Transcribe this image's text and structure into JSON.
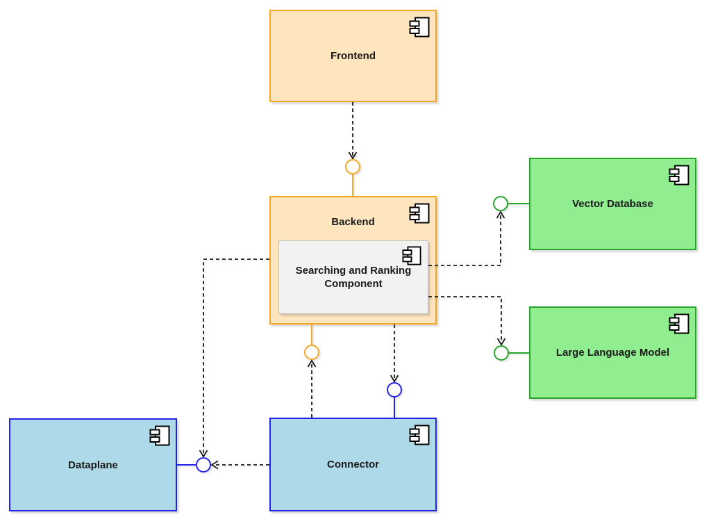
{
  "diagram": {
    "type": "uml-component-diagram",
    "nodes": {
      "frontend": {
        "label": "Frontend",
        "fill": "#ffe5bd",
        "stroke": "#f5a623"
      },
      "backend": {
        "label": "Backend",
        "fill": "#ffe5bd",
        "stroke": "#f5a623"
      },
      "searching_ranking": {
        "label": "Searching and Ranking Component",
        "fill": "#f2f2f2",
        "stroke": "#bdbdbd",
        "parent": "backend"
      },
      "vector_database": {
        "label": "Vector Database",
        "fill": "#90ee90",
        "stroke": "#29a329"
      },
      "llm": {
        "label": "Large Language Model",
        "fill": "#90ee90",
        "stroke": "#29a329"
      },
      "dataplane": {
        "label": "Dataplane",
        "fill": "#aed9e8",
        "stroke": "#2424e8"
      },
      "connector": {
        "label": "Connector",
        "fill": "#aed9e8",
        "stroke": "#2424e8"
      }
    },
    "edges": [
      {
        "from": "frontend",
        "to": "backend",
        "style": "dashed-arrow-to-lollipop",
        "lollipop_color": "#f5a623"
      },
      {
        "from": "connector",
        "to": "backend",
        "style": "dashed-arrow-to-lollipop",
        "lollipop_color": "#f5a623"
      },
      {
        "from": "backend",
        "to": "connector",
        "style": "dashed-arrow-to-lollipop",
        "lollipop_color": "#2424e8"
      },
      {
        "from": "backend",
        "to": "dataplane",
        "style": "dashed-arrow-to-lollipop",
        "lollipop_color": "#2424e8"
      },
      {
        "from": "connector",
        "to": "dataplane",
        "style": "dashed-arrow-to-lollipop",
        "lollipop_color": "#2424e8"
      },
      {
        "from": "searching_ranking",
        "to": "vector_database",
        "style": "dashed-arrow-to-lollipop",
        "lollipop_color": "#29a329"
      },
      {
        "from": "searching_ranking",
        "to": "llm",
        "style": "dashed-arrow-to-lollipop",
        "lollipop_color": "#29a329"
      }
    ],
    "icon": "uml-component-icon",
    "edge_color": "#1a1a1a",
    "text_color": "#1a1a1a"
  }
}
